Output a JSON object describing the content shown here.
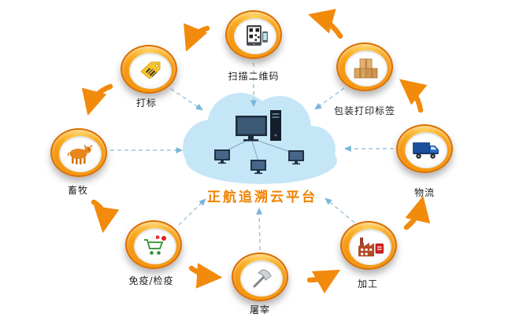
{
  "diagram": {
    "title": "正航追溯云平台",
    "nodes": [
      {
        "id": "scan-qr",
        "label": "扫描二维码",
        "icon": "qr-scanner-icon"
      },
      {
        "id": "pack-label",
        "label": "包装打印标签",
        "icon": "packing-boxes-icon"
      },
      {
        "id": "logistics",
        "label": "物流",
        "icon": "truck-icon"
      },
      {
        "id": "processing",
        "label": "加工",
        "icon": "factory-icon"
      },
      {
        "id": "slaughter",
        "label": "屠宰",
        "icon": "axe-icon"
      },
      {
        "id": "quarantine",
        "label": "免疫/检疫",
        "icon": "cart-icon"
      },
      {
        "id": "livestock",
        "label": "畜牧",
        "icon": "cow-icon"
      },
      {
        "id": "marking",
        "label": "打标",
        "icon": "tag-icon"
      }
    ],
    "colors": {
      "ring_orange": "#fbab1d",
      "ring_border": "#db6f00",
      "arrow_orange": "#f28a0c",
      "dashed_blue": "#9ec7de",
      "cloud_blue": "#c5e6f7",
      "title_orange": "#f08200"
    }
  }
}
